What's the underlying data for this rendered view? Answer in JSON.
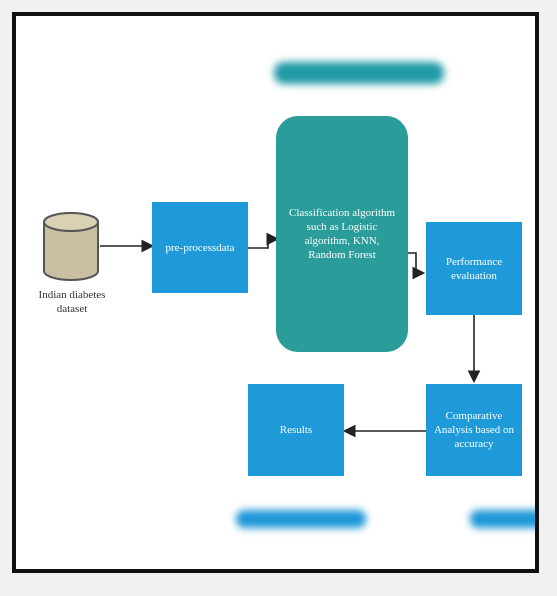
{
  "diagram": {
    "database_label_line1": "Indian diabetes",
    "database_label_line2": "dataset",
    "preprocess_label": "pre-processdata",
    "classification_label": "Classification algorithm such as Logistic algorithm, KNN, Random Forest",
    "performance_label": "Performance evaluation",
    "comparative_label": "Comparative Analysis based on accuracy",
    "results_label": "Results"
  },
  "colors": {
    "blue_box": "#1f9ad9",
    "teal_box": "#2a9c9a",
    "arrow": "#222222"
  }
}
